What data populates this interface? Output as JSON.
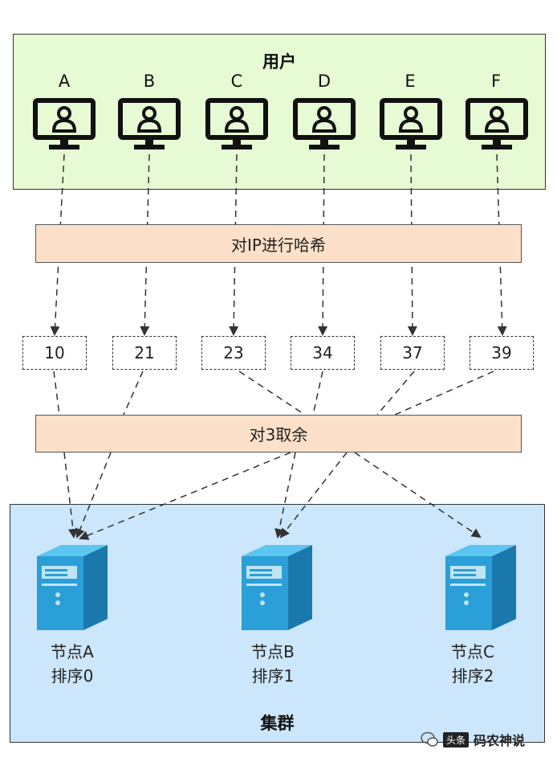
{
  "users": {
    "title": "用户",
    "letters": [
      "A",
      "B",
      "C",
      "D",
      "E",
      "F"
    ],
    "icon": "user-monitor-icon"
  },
  "steps": {
    "hash": "对IP进行哈希",
    "mod": "对3取余"
  },
  "hash_values": [
    "10",
    "21",
    "23",
    "34",
    "37",
    "39"
  ],
  "nodes": [
    {
      "name": "节点A",
      "order": "排序0"
    },
    {
      "name": "节点B",
      "order": "排序1"
    },
    {
      "name": "节点C",
      "order": "排序2"
    }
  ],
  "cluster": {
    "title": "集群",
    "icon": "server-icon"
  },
  "watermark": {
    "badge": "头条",
    "text": "码农神说",
    "icon": "wechat-icon"
  },
  "colors": {
    "users_bg": "#e6fad4",
    "cluster_bg": "#cce6fb",
    "step_bg": "#fde0c9",
    "server_front": "#2a9fd8",
    "server_side": "#1b78ad"
  }
}
